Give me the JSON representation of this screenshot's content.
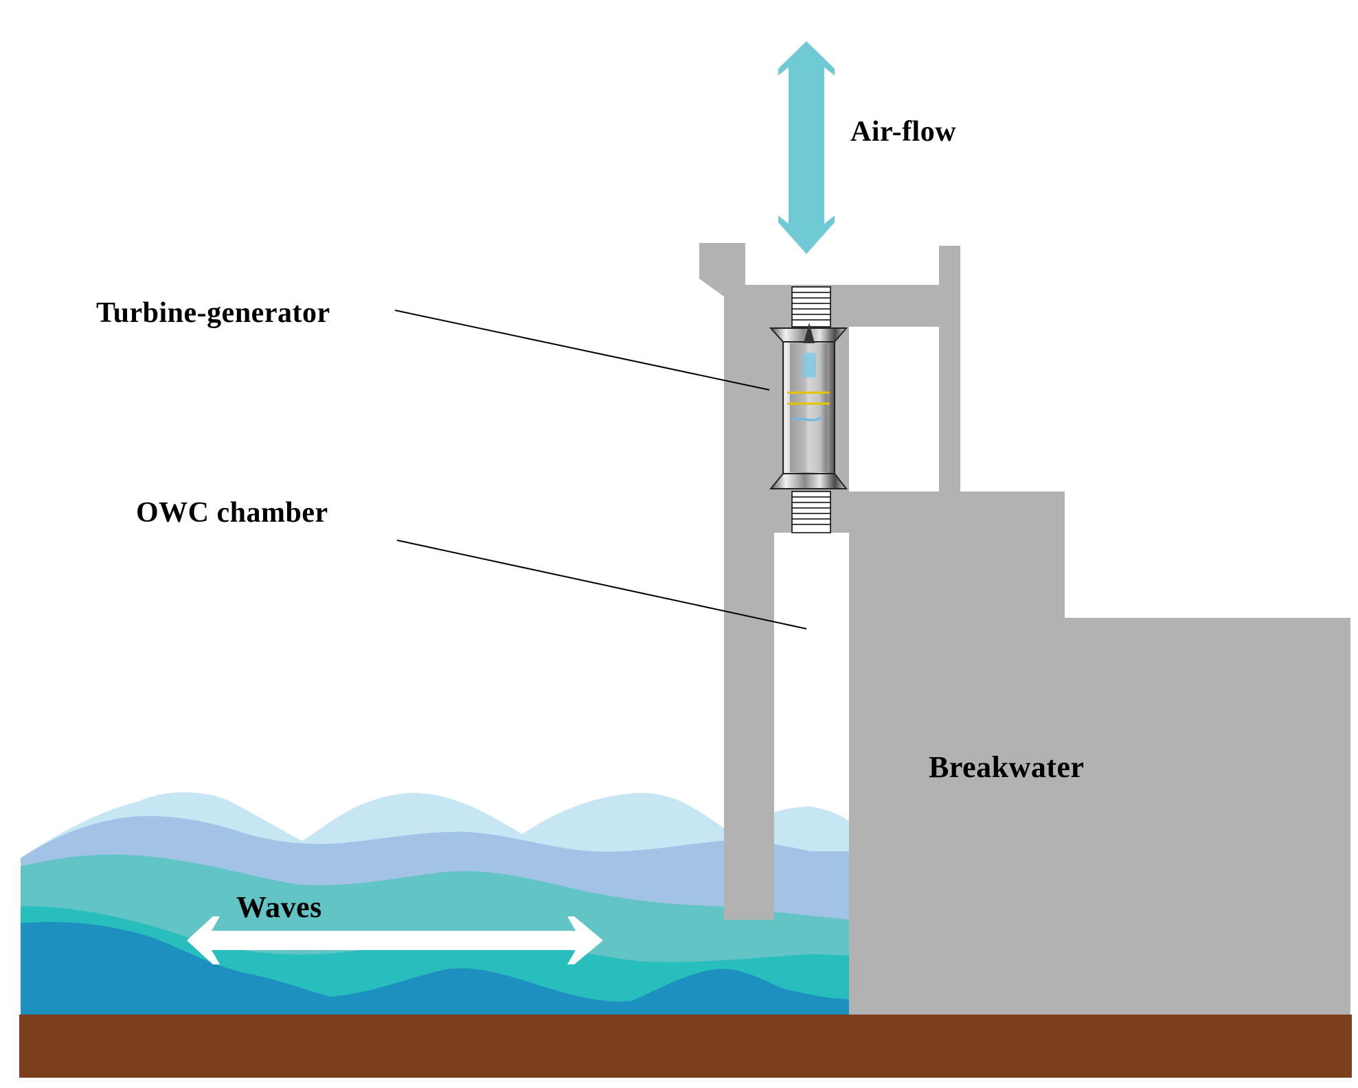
{
  "labels": {
    "airflow": "Air-flow",
    "turbine": "Turbine-generator",
    "owc": "OWC chamber",
    "breakwater": "Breakwater",
    "waves": "Waves"
  },
  "colors": {
    "structure": "#b2b2b2",
    "ground": "#7b3f1e",
    "airflow_arrow": "#6fcad6",
    "wave_light": "#c7e6f4",
    "wave_lavender": "#a2c2e6",
    "wave_teal": "#62c4c4",
    "wave_aqua": "#29bebe",
    "wave_deep": "#1e90c0",
    "waves_arrow": "#ffffff"
  },
  "icons": {
    "airflow": "double-headed-vertical-arrow",
    "waves": "double-headed-horizontal-arrow",
    "turbine": "turbine-generator-cylinder"
  }
}
